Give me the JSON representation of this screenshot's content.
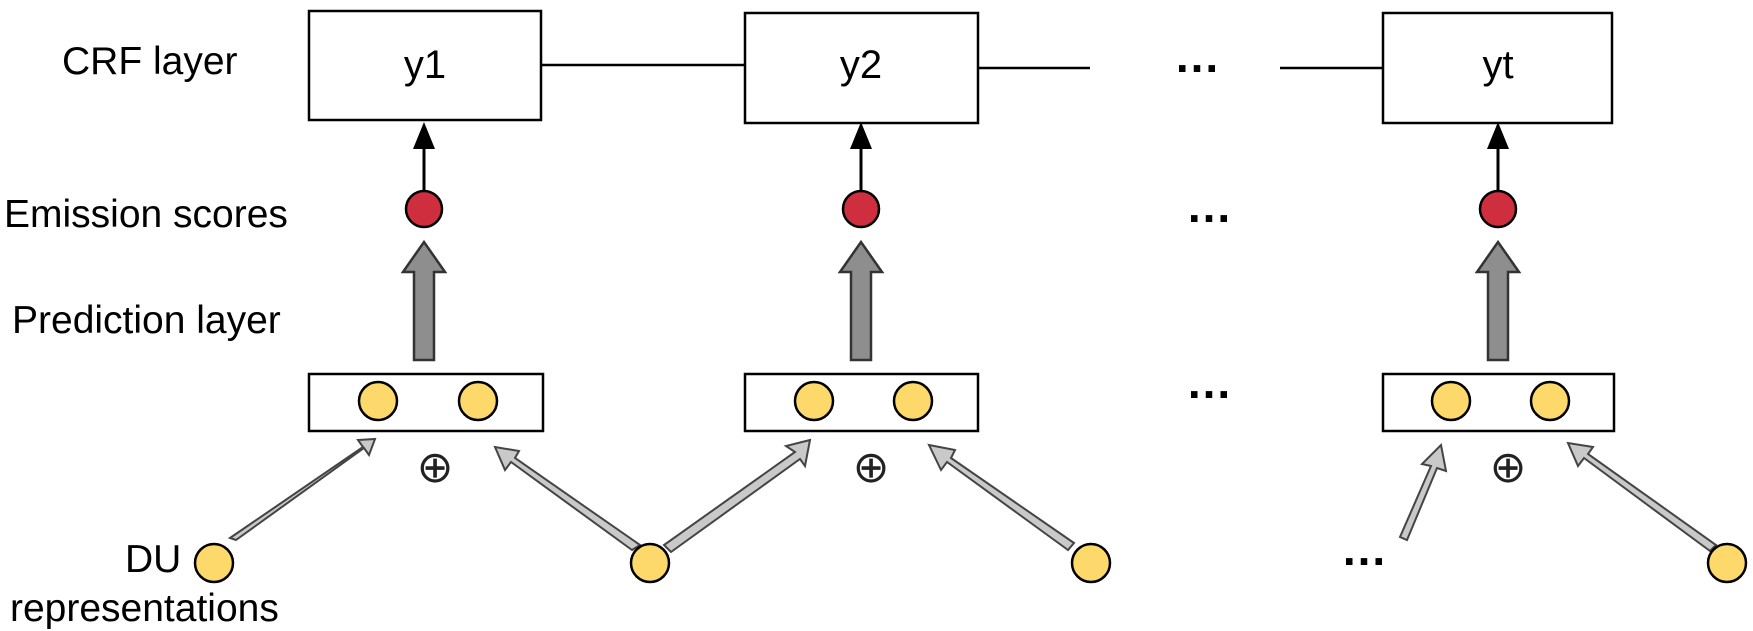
{
  "labels": {
    "crf_layer": "CRF layer",
    "emission_scores": "Emission scores",
    "prediction_layer": "Prediction layer",
    "du_line1": "DU",
    "du_line2": "representations"
  },
  "crf_states": [
    "y1",
    "y2",
    "yt"
  ],
  "ellipsis": "...",
  "concat_symbol": "⊕",
  "colors": {
    "emission_node": "#cf2e3e",
    "representation_node": "#fdd96b",
    "prediction_arrow": "#8e8e8e",
    "input_arrow": "#c9c9c9",
    "stroke": "#000000"
  }
}
